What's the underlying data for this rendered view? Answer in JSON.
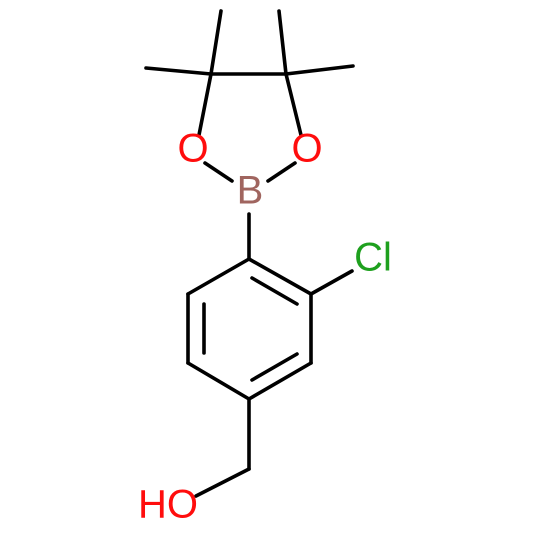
{
  "molecule": {
    "atoms": {
      "boron": "B",
      "oxygen_left": "O",
      "oxygen_right": "O",
      "chlorine": "Cl",
      "hydroxyl": "HO"
    }
  },
  "colors": {
    "background": "#ffffff",
    "bond": "#000000",
    "oxygen": "#ff0d0d",
    "boron": "#a0655f",
    "chlorine": "#1ea01e"
  }
}
